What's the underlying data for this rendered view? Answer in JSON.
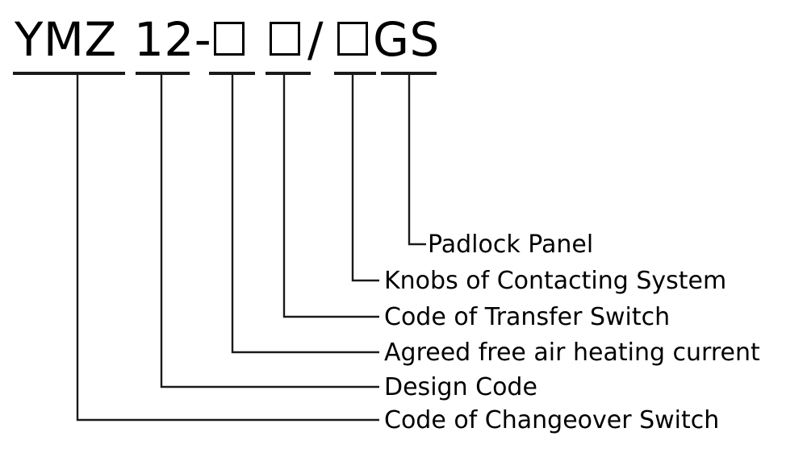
{
  "diagram": {
    "kind": "product-code-designation",
    "title_code": "YMZ 12-□ □/□GS",
    "background_color": "#ffffff",
    "line_color": "#1a1a1a",
    "text_color": "#000000",
    "code_parts": [
      {
        "id": "series",
        "text": "YMZ",
        "type": "text"
      },
      {
        "id": "design",
        "text": "12-",
        "type": "text"
      },
      {
        "id": "current-box",
        "text": "□",
        "type": "placeholder-box"
      },
      {
        "id": "transfer-box",
        "text": "□",
        "type": "placeholder-box"
      },
      {
        "id": "slash",
        "text": "/",
        "type": "text"
      },
      {
        "id": "knobs-box",
        "text": "□",
        "type": "placeholder-box"
      },
      {
        "id": "suffix",
        "text": "GS",
        "type": "text"
      }
    ],
    "callouts": [
      {
        "id": "padlock-panel",
        "label": "Padlock Panel"
      },
      {
        "id": "knobs-contacting",
        "label": "Knobs of Contacting System"
      },
      {
        "id": "code-transfer",
        "label": "Code of Transfer Switch"
      },
      {
        "id": "agreed-current",
        "label": "Agreed free air heating current"
      },
      {
        "id": "design-code",
        "label": "Design Code"
      },
      {
        "id": "code-changeover",
        "label": "Code of Changeover Switch"
      }
    ]
  }
}
